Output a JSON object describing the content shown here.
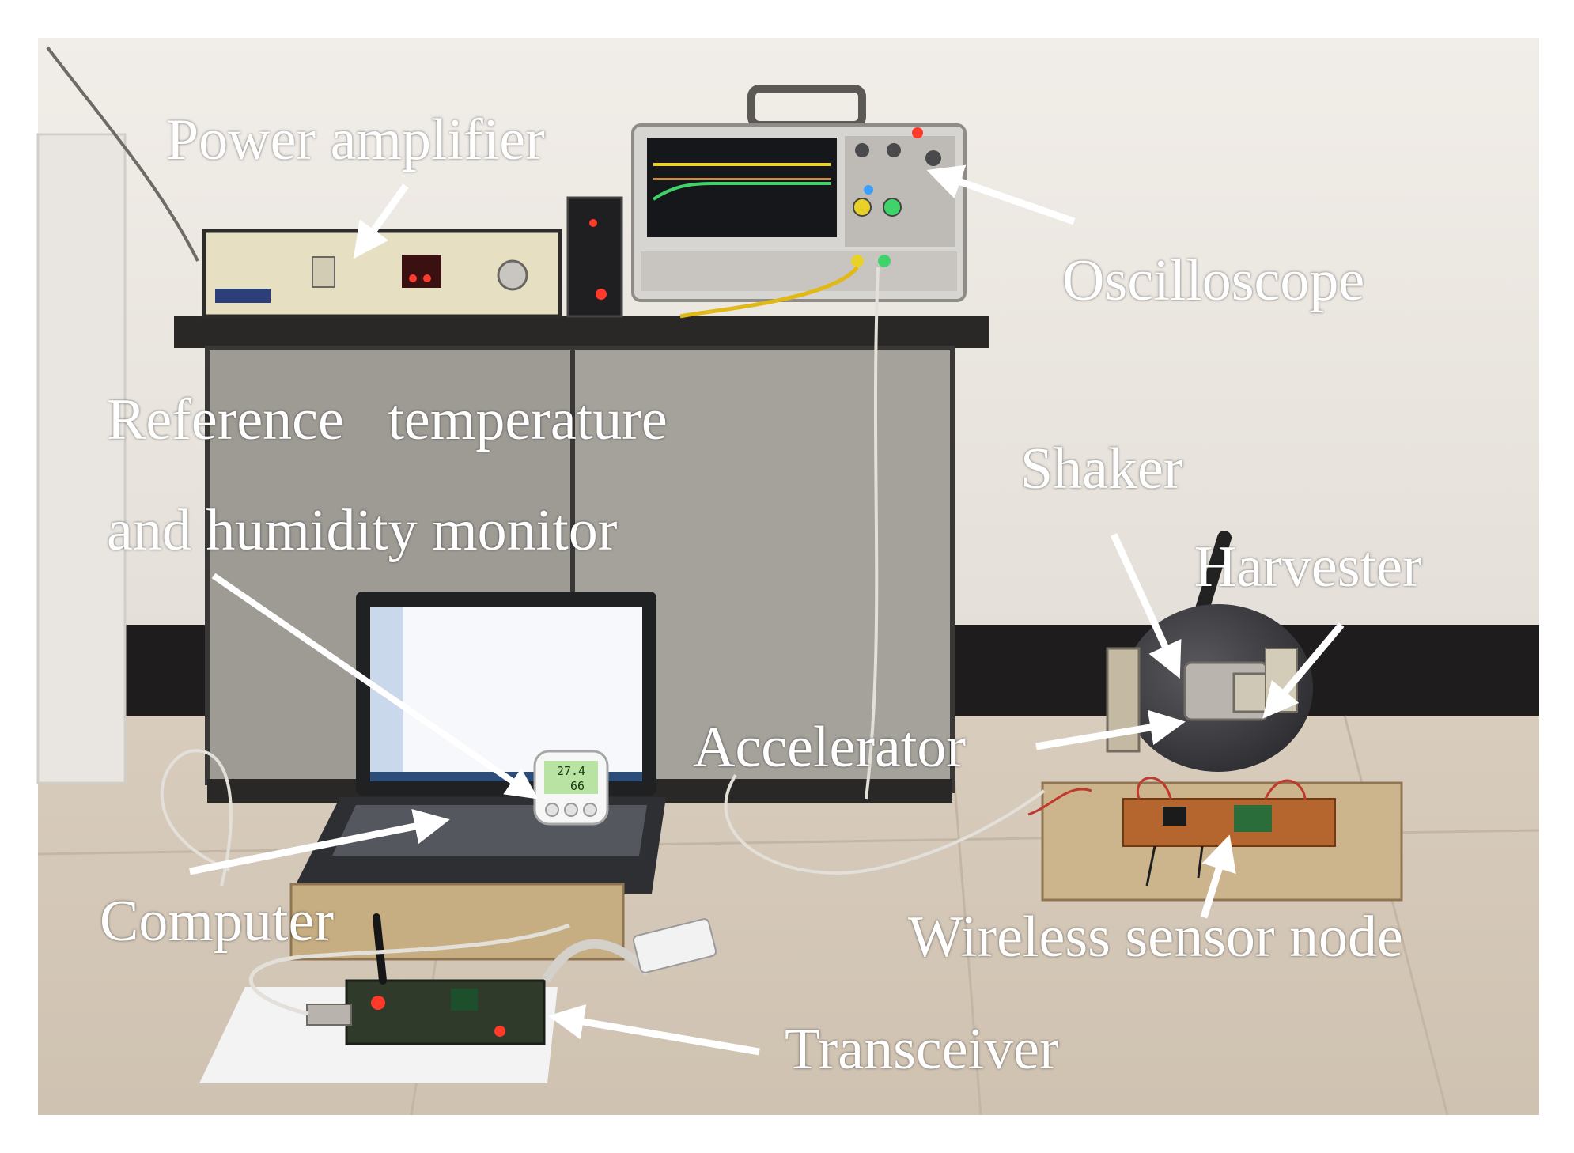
{
  "photo": {
    "labels": {
      "power_amplifier": "Power amplifier",
      "oscilloscope": "Oscilloscope",
      "reference_line1": "Reference   temperature",
      "reference_line2": "and humidity monitor",
      "shaker": "Shaker",
      "harvester": "Harvester",
      "accelerator": "Accelerator",
      "computer": "Computer",
      "wireless_sensor_node": "Wireless sensor node",
      "transceiver": "Transceiver"
    },
    "device_text": {
      "monitor_temperature": "27.4",
      "monitor_humidity": "66"
    },
    "colors": {
      "label_text": "#ffffff",
      "arrow": "#ffffff",
      "wall": "#ebe6e0",
      "floor": "#d9ccbc",
      "baseboard": "#1e1c1c",
      "cabinet": "#9e9a94",
      "scope_trace_yellow": "#e8d22a",
      "scope_trace_green": "#3fd46a",
      "led_red": "#ff3a2a"
    }
  }
}
